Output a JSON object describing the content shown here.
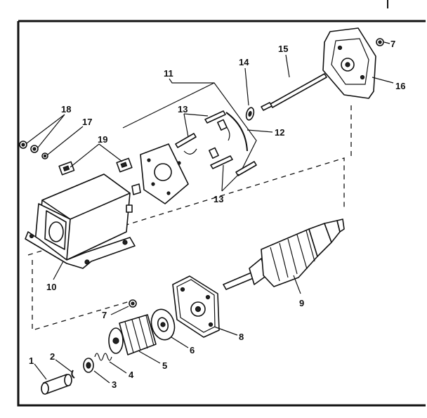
{
  "diagram": {
    "callouts": {
      "c1": "1",
      "c2": "2",
      "c3": "3",
      "c4": "4",
      "c5": "5",
      "c6": "6",
      "c7a": "7",
      "c7b": "7",
      "c8": "8",
      "c9": "9",
      "c10": "10",
      "c11": "11",
      "c12": "12",
      "c13a": "13",
      "c13b": "13",
      "c14": "14",
      "c15": "15",
      "c16": "16",
      "c17": "17",
      "c18": "18",
      "c19": "19"
    }
  }
}
